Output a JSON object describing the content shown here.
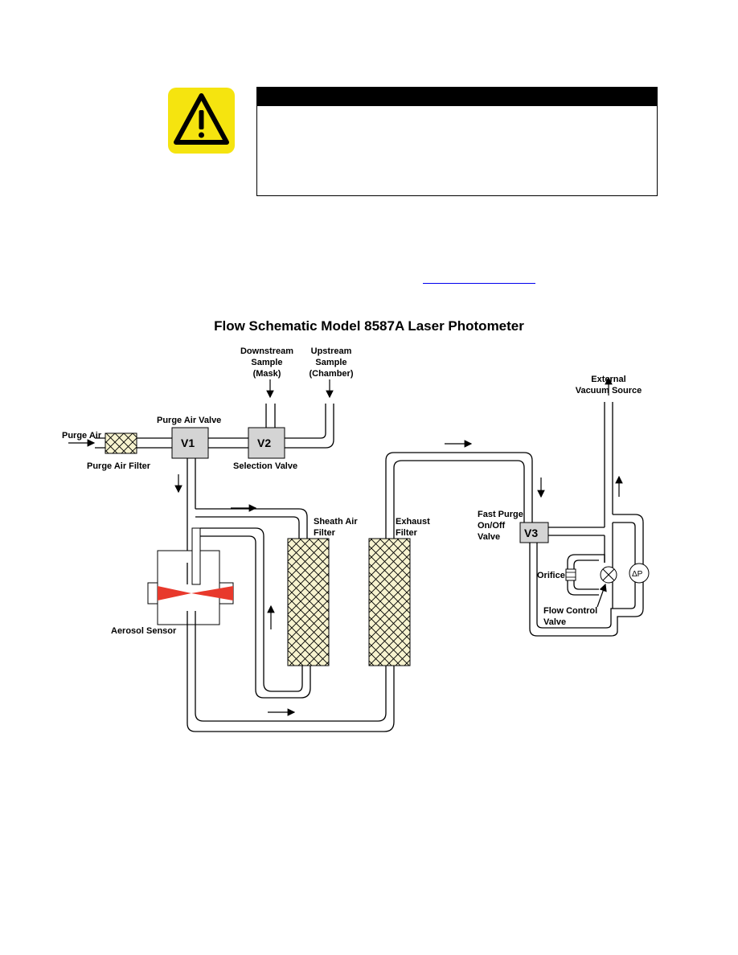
{
  "warning": {
    "icon": "exclamation-triangle-icon",
    "icon_color": "#f5e40f"
  },
  "diagram": {
    "title": "Flow Schematic Model 8587A Laser Photometer",
    "labels": {
      "purge_air": "Purge Air",
      "purge_air_filter": "Purge Air Filter",
      "purge_air_valve": "Purge Air Valve",
      "downstream_1": "Downstream",
      "downstream_2": "Sample",
      "downstream_3": "(Mask)",
      "upstream_1": "Upstream",
      "upstream_2": "Sample",
      "upstream_3": "(Chamber)",
      "selection_valve": "Selection Valve",
      "external_1": "External",
      "external_2": "Vacuum Source",
      "sheath_1": "Sheath Air",
      "sheath_2": "Filter",
      "exhaust_1": "Exhaust",
      "exhaust_2": "Filter",
      "fast_purge_1": "Fast Purge",
      "fast_purge_2": "On/Off",
      "fast_purge_3": "Valve",
      "orifice": "Orifice",
      "flow_control_1": "Flow Control",
      "flow_control_2": "Valve",
      "delta_p": "ΔP",
      "aerosol_sensor": "Aerosol Sensor"
    },
    "valves": {
      "v1": "V1",
      "v2": "V2",
      "v3": "V3"
    },
    "colors": {
      "filter_fill": "#f7f3cf",
      "valve_fill": "#d4d4d4",
      "laser": "#e8392c"
    }
  }
}
